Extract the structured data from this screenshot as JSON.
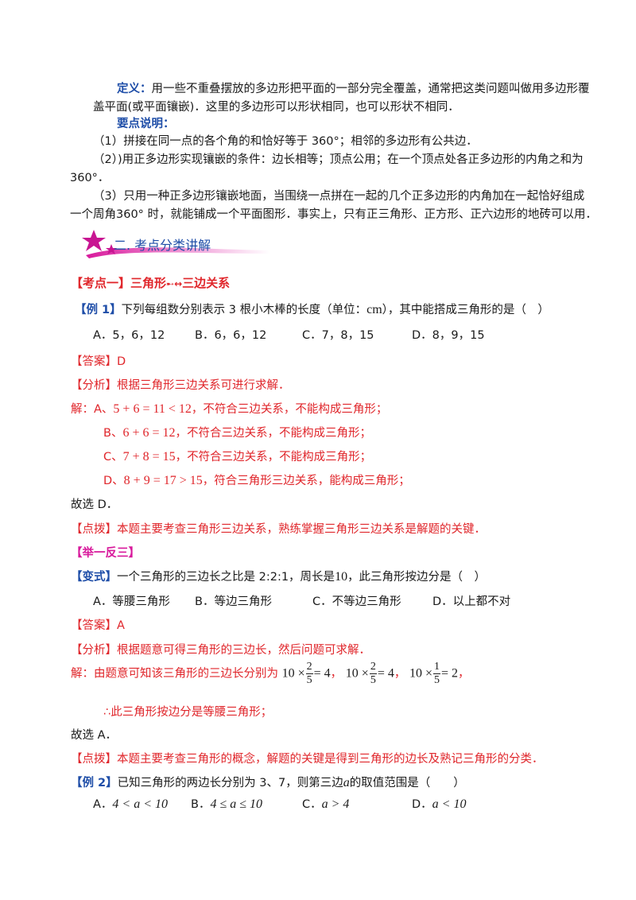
{
  "definition": {
    "label": "定义：",
    "text1": "用一些不重叠摆放的多边形把平面的一部分完全覆盖，通常把这类问题叫做用多边形覆",
    "text2": "盖平面(或平面镶嵌)．这里的多边形可以形状相同，也可以形状不相同．"
  },
  "key_points": {
    "label": "要点说明：",
    "p1": "（1）拼接在同一点的各个角的和恰好等于 360°；相邻的多边形有公共边．",
    "p2a": "（2）)用正多边形实现镶嵌的条件：边长相等；顶点公用；在一个顶点处各正多边形的内角之和为",
    "p2b": "360°．",
    "p3a": "（3）只用一种正多边形镶嵌地面，当围绕一点拼在一起的几个正多边形的内角加在一起恰好组成",
    "p3b": "一个周角360° 时，就能铺成一个平面图形．事实上，只有正三角形、正方形、正六边形的地砖可以用．"
  },
  "section_title": "二. 考点分类讲解",
  "point1": {
    "bracket": "【考点一】",
    "title": "三角形",
    "tail": "三边关系"
  },
  "ex1": {
    "tag": "【例 1】",
    "question": "下列每组数分别表示 3 根小木棒的长度（单位：",
    "unit": "cm",
    "question_tail": "），其中能搭成三角形的是（　）",
    "options": [
      "A．5，6，12",
      "B．6，6，12",
      "C．7，8，15",
      "D．8，9，15"
    ],
    "answer": "【答案】D",
    "analysis": "【分析】根据三角形三边关系可进行求解．",
    "sol_label": "解：",
    "sol": [
      {
        "letter": "A、",
        "math": "5 + 6 = 11 < 12",
        "text": "，不符合三边关系，不能构成三角形；"
      },
      {
        "letter": "B、",
        "math": "6 + 6 = 12",
        "text": "，不符合三边关系，不能构成三角形；"
      },
      {
        "letter": "C、",
        "math": "7 + 8 = 15",
        "text": "，不符合三边关系，不能构成三角形；"
      },
      {
        "letter": "D、",
        "math": "8 + 9 = 17 > 15",
        "text": "，符合三角形三边关系，能构成三角形；"
      }
    ],
    "choose": "故选 D．",
    "note": "【点拨】本题主要考查三角形三边关系，熟练掌握三角形三边关系是解题的关键．"
  },
  "practice_title": "【举一反三】",
  "variant": {
    "tag": "【变式】",
    "question": "一个三角形的三边长之比是 2:2:1，周长是",
    "perimeter": "10",
    "question_tail": "，此三角形按边分是（　）",
    "options": [
      "A．等腰三角形",
      "B．等边三角形",
      "C．不等边三角形",
      "D．以上都不对"
    ],
    "answer": "【答案】A",
    "analysis": "【分析】根据题意可得三角形的三边长，然后问题可求解．",
    "sol_text": "解：由题意可知该三角形的三边长分别为",
    "f1": {
      "lead": "10 ×",
      "num": "2",
      "den": "5",
      "res": "= 4"
    },
    "f2": {
      "lead": "10 ×",
      "num": "2",
      "den": "5",
      "res": "= 4"
    },
    "f3": {
      "lead": "10 ×",
      "num": "1",
      "den": "5",
      "res": "= 2"
    },
    "conclusion": "∴此三角形按边分是等腰三角形；",
    "choose": "故选 A．",
    "note": "【点拨】本题主要考查三角形的概念，解题的关键是得到三角形的边长及熟记三角形的分类．"
  },
  "ex2": {
    "tag": "【例 2】",
    "question": "已知三角形的两边长分别为 3、7，则第三边",
    "var": "a",
    "question_tail": "的取值范围是（　　）",
    "options": [
      {
        "letter": "A．",
        "math": "4 < a < 10"
      },
      {
        "letter": "B．",
        "math": "4 ≤ a ≤ 10"
      },
      {
        "letter": "C．",
        "math": "a > 4"
      },
      {
        "letter": "D．",
        "math": "a < 10"
      }
    ]
  }
}
